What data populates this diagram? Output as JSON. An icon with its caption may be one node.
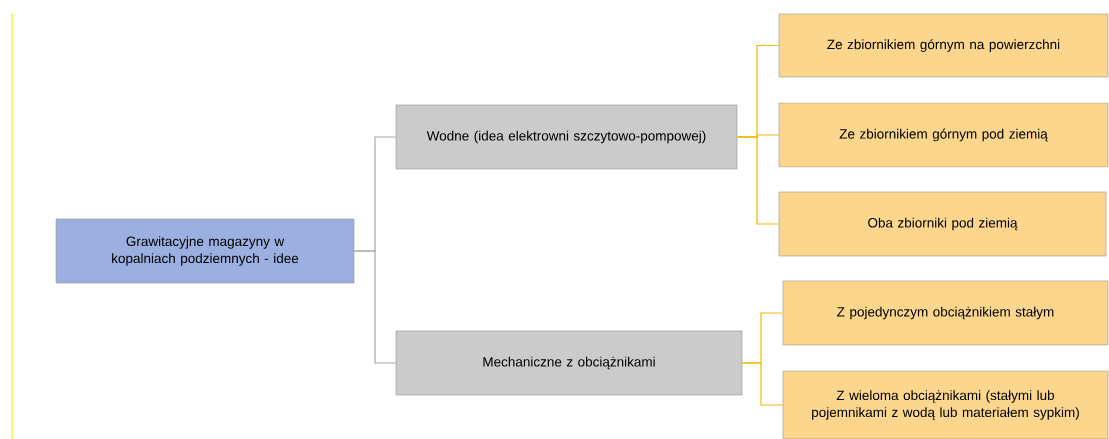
{
  "diagram": {
    "nodes": [
      {
        "text": [
          "Grawitacyjne magazyny w kopalniach podziemnych - idee"
        ]
      },
      {
        "text": [
          "Wodne (idea elektrowni szczytowo-pompowej)"
        ]
      },
      {
        "text": [
          "Mechaniczne z obciążnikami"
        ]
      },
      {
        "text": [
          "Ze zbiornikiem górnym na powierzchni"
        ]
      },
      {
        "text": [
          "Ze zbiornikiem górnym pod ziemią"
        ]
      },
      {
        "text": [
          "Oba zbiorniki pod ziemią"
        ]
      },
      {
        "text": [
          "Z pojedynczym obciążnikiem stałym"
        ]
      },
      {
        "text": [
          "Z wieloma obciążnikami (stałymi lub pojemnikami z wodą lub materiałem sypkim)"
        ]
      }
    ],
    "edges": [
      {
        "from": 0,
        "to": 1,
        "arrow": "none",
        "color": "#a6a6a6"
      },
      {
        "from": 0,
        "to": 2,
        "arrow": "none",
        "color": "#a6a6a6"
      },
      {
        "from": 1,
        "to": 3,
        "arrow": "none"
      },
      {
        "from": 1,
        "to": 4,
        "arrow": "none"
      },
      {
        "from": 1,
        "to": 5,
        "arrow": "none"
      },
      {
        "from": 2,
        "to": 6,
        "arrow": "none"
      },
      {
        "from": 2,
        "to": 7,
        "arrow": "none"
      }
    ]
  }
}
